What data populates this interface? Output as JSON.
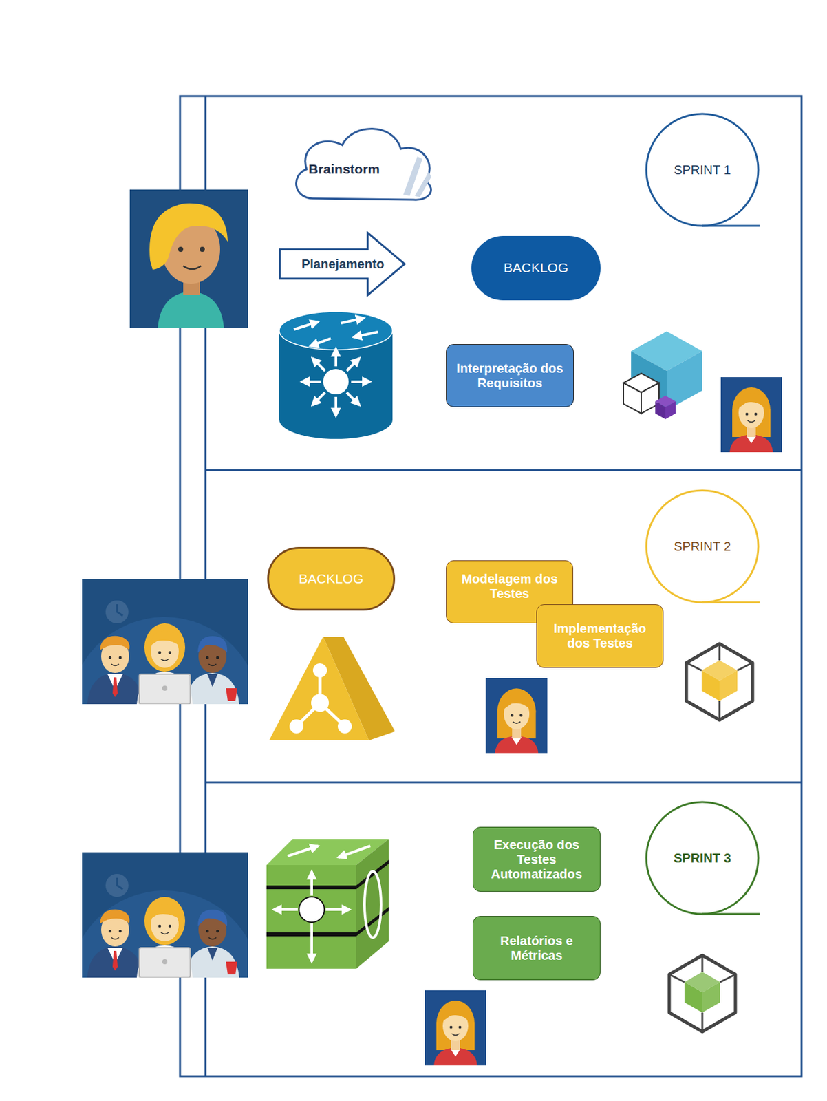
{
  "diagram": {
    "nodes": [
      {
        "text": [
          "Brainstorm"
        ]
      },
      {
        "text": [
          "SPRINT 1"
        ]
      },
      {
        "text": [
          "Planejamento"
        ]
      },
      {
        "text": [
          "BACKLOG"
        ]
      },
      {
        "text": [
          "Interpretação dos Requisitos"
        ]
      },
      {
        "text": [
          "SPRINT 2"
        ]
      },
      {
        "text": [
          "BACKLOG"
        ]
      },
      {
        "text": [
          "Modelagem dos Testes"
        ]
      },
      {
        "text": [
          "Implementação dos Testes"
        ]
      },
      {
        "text": [
          "SPRINT 3"
        ]
      },
      {
        "text": [
          "Execução dos Testes Automatizados"
        ]
      },
      {
        "text": [
          "Relatórios e Métricas"
        ]
      }
    ]
  }
}
